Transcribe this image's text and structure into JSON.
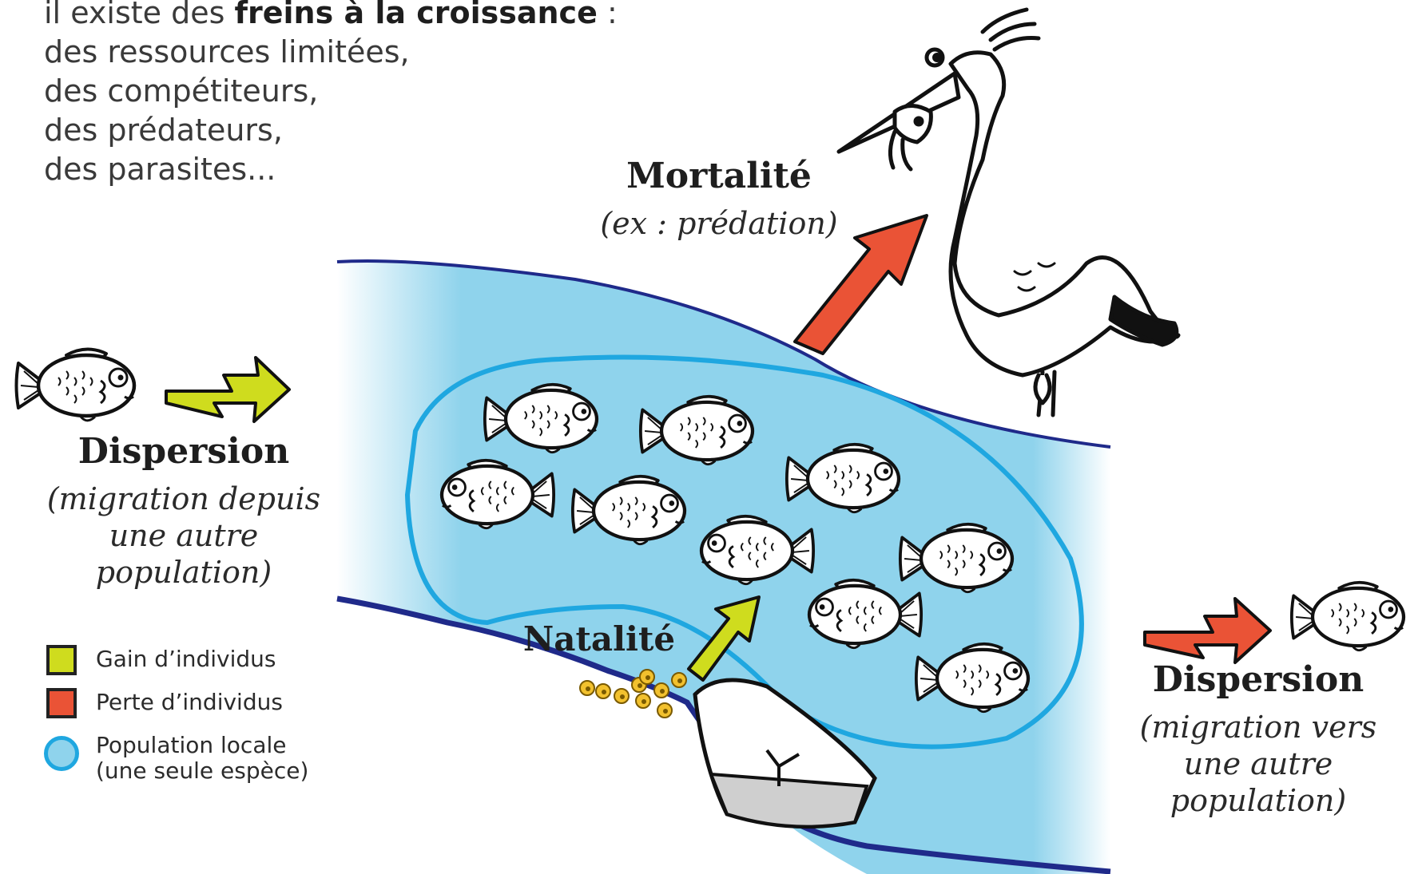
{
  "intro": {
    "prefix": "il existe des ",
    "bold": "freins à la croissance",
    "suffix": " :",
    "lines": [
      "des ressources limitées,",
      "des compétiteurs,",
      "des prédateurs,",
      "des parasites..."
    ]
  },
  "mortalite": {
    "title": "Mortalité",
    "subtitle": "(ex : prédation)"
  },
  "dispersion_in": {
    "title": "Dispersion",
    "lines": [
      "(migration depuis",
      "une autre",
      "population)"
    ]
  },
  "dispersion_out": {
    "title": "Dispersion",
    "lines": [
      "(migration vers",
      "une autre",
      "population)"
    ]
  },
  "natalite": {
    "title": "Natalité"
  },
  "legend": {
    "gain": "Gain d’individus",
    "perte": "Perte d’individus",
    "population_line1": "Population locale",
    "population_line2": "(une seule espèce)"
  },
  "colors": {
    "gain": "#cfdc1e",
    "perte": "#ea5336",
    "population_ring": "#1fa7e0",
    "water": "#8fd3ec",
    "bank": "#1f2a8a",
    "egg": "#f2c12e"
  },
  "icons": [
    "fish-icon",
    "heron-icon",
    "rock-icon",
    "egg-icon",
    "arrow-icon"
  ]
}
